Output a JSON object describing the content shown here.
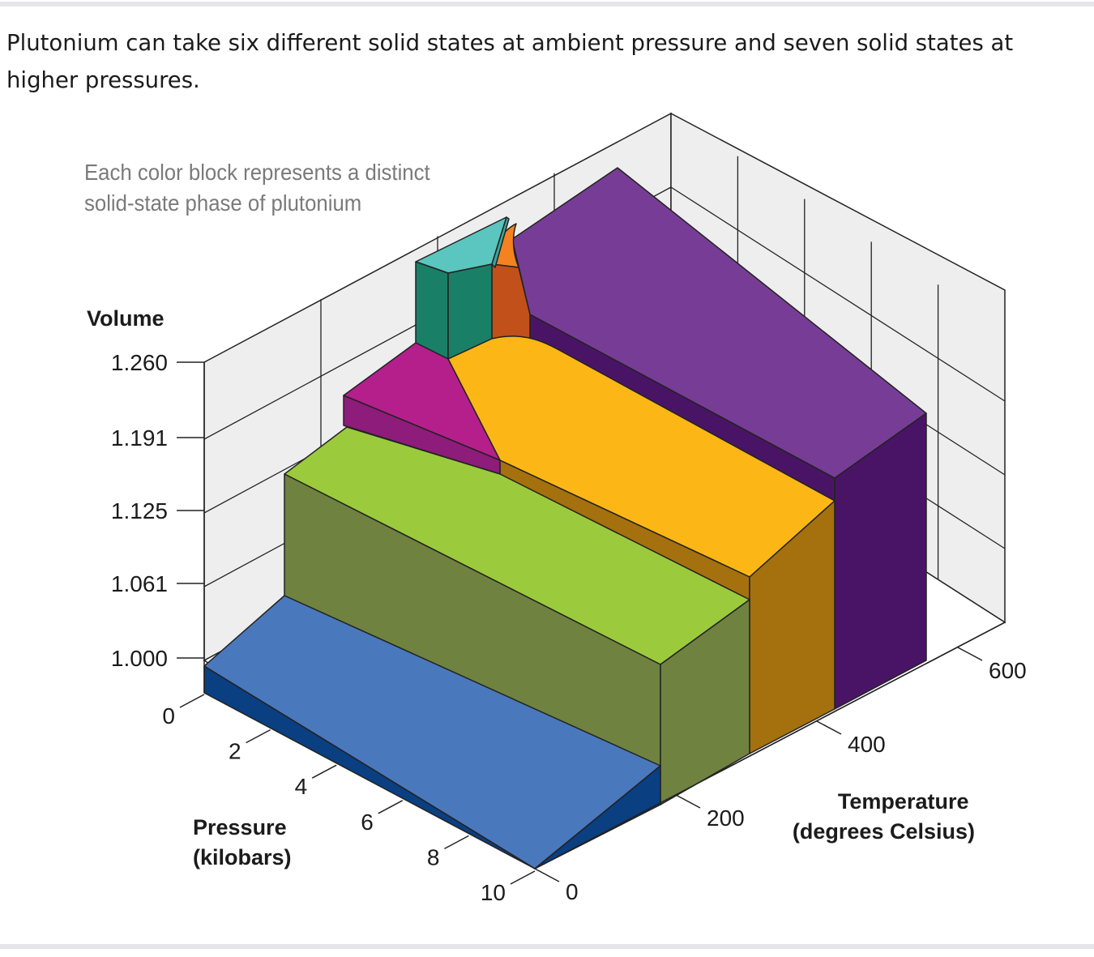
{
  "caption": "Plutonium can take six different solid states at ambient pressure and seven solid states at higher pressures.",
  "note": "Each color block represents a distinct solid-state phase of plutonium",
  "chart_data": {
    "type": "3d-surface",
    "y_axis": {
      "title": "Volume",
      "ticks": [
        "1.000",
        "1.061",
        "1.125",
        "1.191",
        "1.260"
      ]
    },
    "pressure_axis": {
      "title_lines": [
        "Pressure",
        "(kilobars)"
      ],
      "ticks": [
        "0",
        "2",
        "4",
        "6",
        "8",
        "10"
      ]
    },
    "temperature_axis": {
      "title_lines": [
        "Temperature",
        "(degrees Celsius)"
      ],
      "ticks": [
        "0",
        "200",
        "400",
        "600"
      ]
    },
    "phase_colors": {
      "blue": "#4a78bd",
      "green": "#9bcb3c",
      "magenta": "#b51f8c",
      "yellow": "#fcb716",
      "teal": "#5bc5bf",
      "orange": "#f58220",
      "purple": "#773d96"
    },
    "grid": true
  }
}
